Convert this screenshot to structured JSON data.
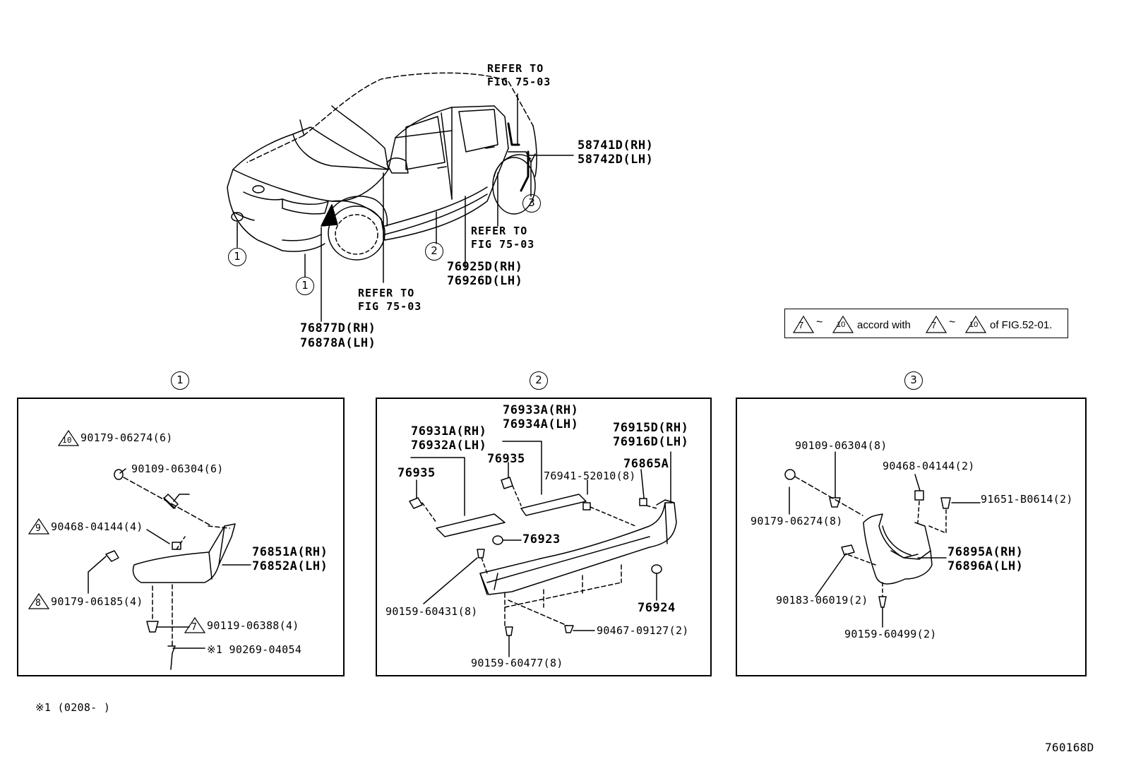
{
  "figure_code": "760168D",
  "footnote": "※1 (0208-    )",
  "note": {
    "tri_a": "7",
    "tilde": "~",
    "tri_b": "10",
    "accord_text": "accord with",
    "tri_c": "7",
    "tri_d": "10",
    "of_text": "of FIG.52-01."
  },
  "overview": {
    "refer_top": "REFER TO\nFIG 75-03",
    "refer_mid": "REFER TO\nFIG 75-03",
    "refer_left": "REFER TO\nFIG 75-03",
    "p58741": "58741D(RH)",
    "p58742": "58742D(LH)",
    "p76925": "76925D(RH)",
    "p76926": "76926D(LH)",
    "p76877": "76877D(RH)",
    "p76878": "76878A(LH)",
    "callout_1a": "1",
    "callout_1b": "1",
    "callout_2": "2",
    "callout_3": "3"
  },
  "panel1": {
    "header": "1",
    "tri10": "10",
    "p90179_06274": "90179-06274(6)",
    "p90109_06304": "90109-06304(6)",
    "tri9": "9",
    "p90468_04144": "90468-04144(4)",
    "p76851": "76851A(RH)",
    "p76852": "76852A(LH)",
    "tri8": "8",
    "p90179_06185": "90179-06185(4)",
    "tri7": "7",
    "p90119_06388": "90119-06388(4)",
    "p90269": "※1 90269-04054"
  },
  "panel2": {
    "header": "2",
    "p76933": "76933A(RH)",
    "p76934": "76934A(LH)",
    "p76931": "76931A(RH)",
    "p76932": "76932A(LH)",
    "p76915": "76915D(RH)",
    "p76916": "76916D(LH)",
    "p76935a": "76935",
    "p76935b": "76935",
    "p76941": "76941-52010(8)",
    "p76865": "76865A",
    "p76923": "76923",
    "p76924": "76924",
    "p90159_60431": "90159-60431(8)",
    "p90467": "90467-09127(2)",
    "p90159_60477": "90159-60477(8)"
  },
  "panel3": {
    "header": "3",
    "p90109_06304": "90109-06304(8)",
    "p90468_04144": "90468-04144(2)",
    "p91651": "91651-B0614(2)",
    "p90179_06274": "90179-06274(8)",
    "p76895": "76895A(RH)",
    "p76896": "76896A(LH)",
    "p90183": "90183-06019(2)",
    "p90159_60499": "90159-60499(2)"
  }
}
